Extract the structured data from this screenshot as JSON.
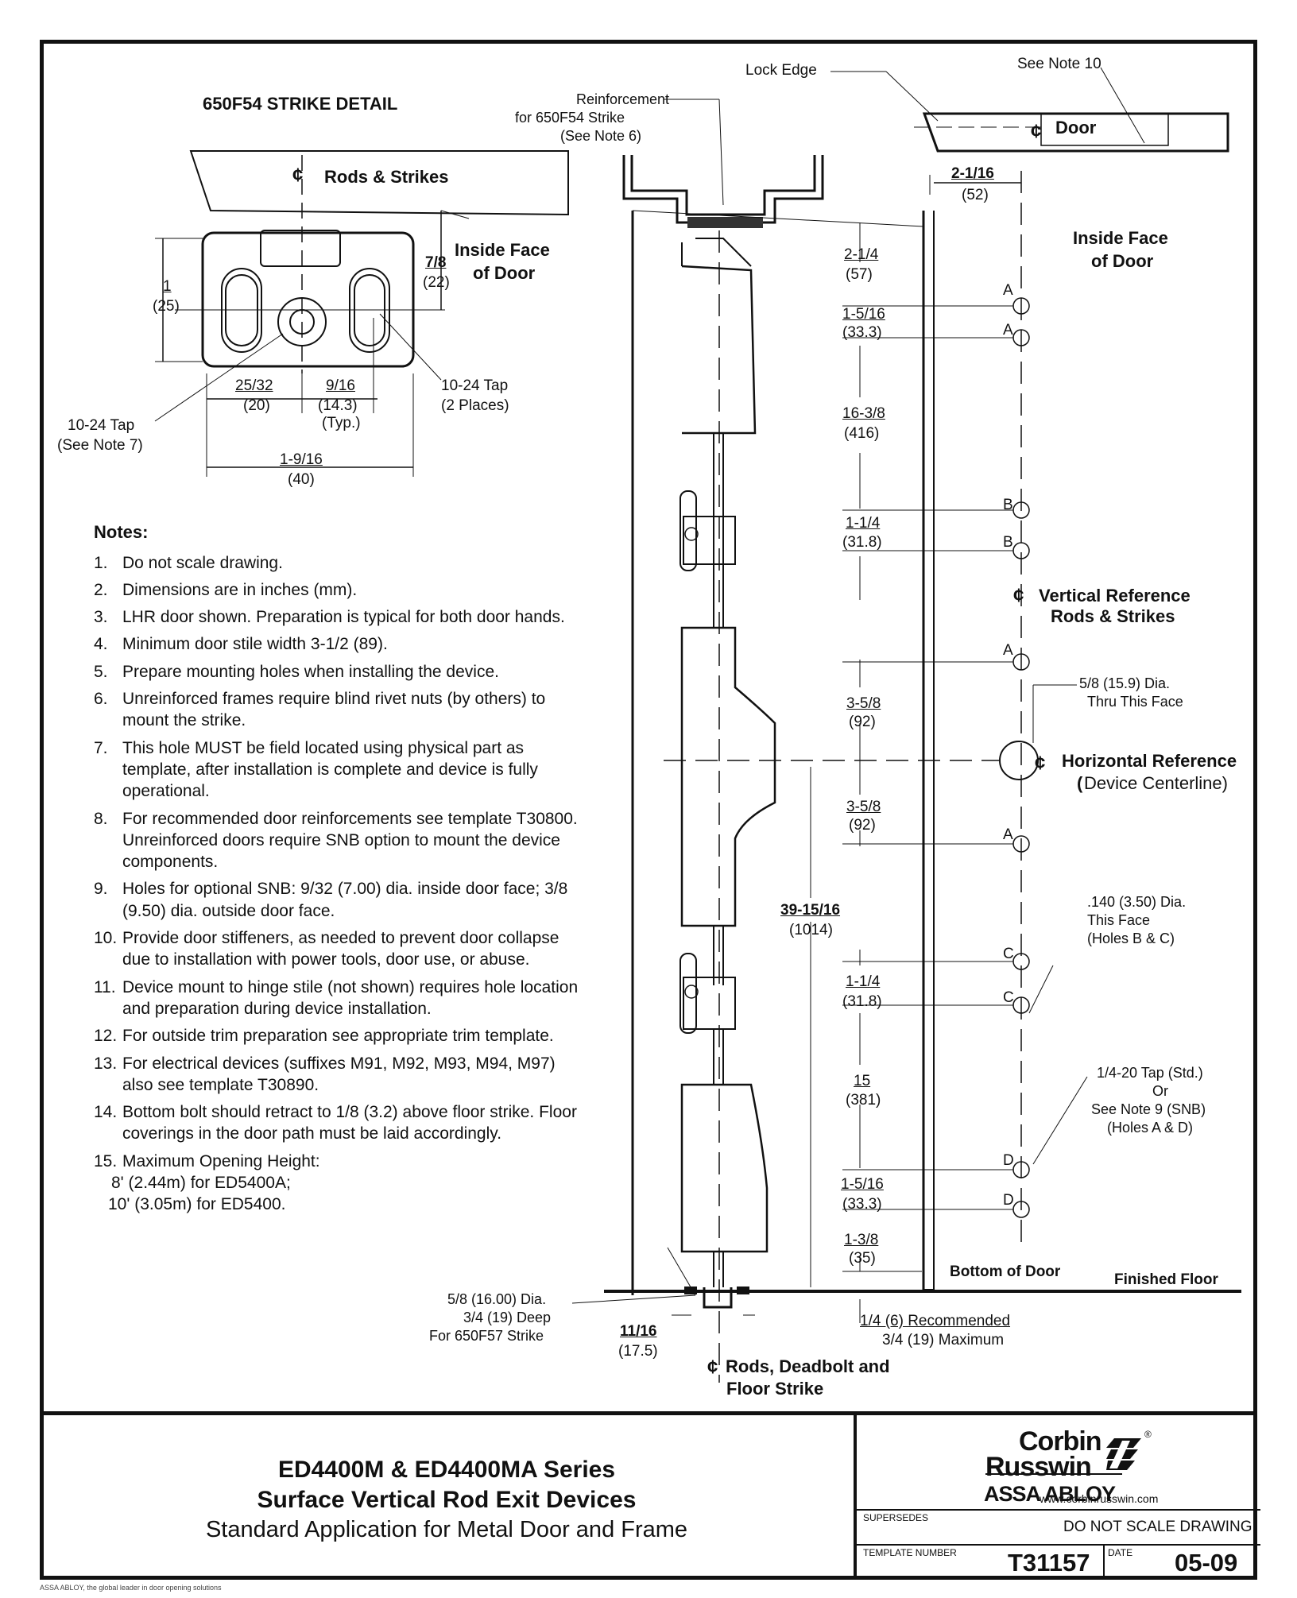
{
  "strike_detail": {
    "title": "650F54 STRIKE DETAIL",
    "cl_rods_strikes": "Rods & Strikes",
    "inside_face": "Inside Face",
    "of_door": "of Door",
    "dim_7_8": "7/8",
    "dim_7_8_mm": "(22)",
    "dim_1": "1",
    "dim_1_mm": "(25)",
    "dim_25_32": "25/32",
    "dim_25_32_mm": "(20)",
    "dim_9_16": "9/16",
    "dim_9_16_mm": "(14.3)",
    "typ": "(Typ.)",
    "dim_1_9_16": "1-9/16",
    "dim_1_9_16_mm": "(40)",
    "tap_left_1": "10-24 Tap",
    "tap_left_2": "(See Note 7)",
    "tap_right_1": "10-24 Tap",
    "tap_right_2": "(2 Places)"
  },
  "main": {
    "reinf_1": "Reinforcement",
    "reinf_2": "for 650F54 Strike",
    "reinf_3": "(See Note 6)",
    "lock_edge": "Lock Edge",
    "see_note_10": "See Note 10",
    "cl_door": "Door",
    "dim_2_1_16": "2-1/16",
    "dim_2_1_16_mm": "(52)",
    "inside_face": "Inside Face",
    "of_door": "of Door",
    "dim_2_1_4": "2-1/4",
    "dim_2_1_4_mm": "(57)",
    "dim_1_5_16a": "1-5/16",
    "dim_1_5_16a_mm": "(33.3)",
    "dim_16_3_8": "16-3/8",
    "dim_16_3_8_mm": "(416)",
    "dim_1_1_4a": "1-1/4",
    "dim_1_1_4a_mm": "(31.8)",
    "vert_ref_1": "Vertical Reference",
    "vert_ref_2": "Rods & Strikes",
    "dia_5_8_1": "5/8 (15.9) Dia.",
    "dia_5_8_2": "Thru This Face",
    "dim_3_5_8a": "3-5/8",
    "dim_3_5_8a_mm": "(92)",
    "horiz_ref_1": "Horizontal Reference",
    "horiz_ref_2a": "(",
    "horiz_ref_2b": "Device Centerline)",
    "dim_3_5_8b": "3-5/8",
    "dim_3_5_8b_mm": "(92)",
    "dia_140_1": ".140 (3.50) Dia.",
    "dia_140_2": "This Face",
    "dia_140_3": "(Holes B & C)",
    "dim_39": "39-15/16",
    "dim_39_mm": "(1014)",
    "dim_1_1_4b": "1-1/4",
    "dim_1_1_4b_mm": "(31.8)",
    "dim_15": "15",
    "dim_15_mm": "(381)",
    "tap_14_1": "1/4-20 Tap (Std.)",
    "tap_14_2": "Or",
    "tap_14_3": "See Note 9 (SNB)",
    "tap_14_4": "(Holes A & D)",
    "dim_1_5_16b": "1-5/16",
    "dim_1_5_16b_mm": "(33.3)",
    "dim_1_3_8": "1-3/8",
    "dim_1_3_8_mm": "(35)",
    "bottom_of_door": "Bottom of Door",
    "finished_floor": "Finished Floor",
    "floor_dia_1": "5/8 (16.00) Dia.",
    "floor_dia_2": "3/4 (19) Deep",
    "floor_dia_3": "For 650F57 Strike",
    "dim_11_16": "11/16",
    "dim_11_16_mm": "(17.5)",
    "rec_1": "1/4 (6) Recommended",
    "rec_2": "3/4 (19) Maximum",
    "cl_rods_1": "Rods, Deadbolt and",
    "cl_rods_2": "Floor Strike",
    "holes": {
      "A": "A",
      "B": "B",
      "C": "C",
      "D": "D"
    }
  },
  "notes": {
    "heading": "Notes:",
    "items": [
      {
        "num": "1.",
        "text": "Do not scale drawing."
      },
      {
        "num": "2.",
        "text": "Dimensions are in inches (mm)."
      },
      {
        "num": "3.",
        "text": "LHR door shown. Preparation is typical for both door hands."
      },
      {
        "num": "4.",
        "text": "Minimum door stile width 3-1/2 (89)."
      },
      {
        "num": "5.",
        "text": "Prepare mounting holes when installing the device."
      },
      {
        "num": "6.",
        "text": "Unreinforced frames require blind rivet nuts (by others) to mount the strike."
      },
      {
        "num": "7.",
        "text": "This hole MUST be field located using physical part as template, after installation is complete and device is fully operational."
      },
      {
        "num": "8.",
        "text": "For recommended door reinforcements see template T30800. Unreinforced doors require SNB option to mount the device components."
      },
      {
        "num": "9.",
        "text": "Holes for optional SNB: 9/32 (7.00) dia. inside door face; 3/8 (9.50) dia. outside door face."
      },
      {
        "num": "10.",
        "text": "Provide door stiffeners, as needed to prevent door collapse due to installation with power tools, door use, or abuse."
      },
      {
        "num": "11.",
        "text": "Device mount to hinge stile (not shown) requires hole location and preparation during device installation."
      },
      {
        "num": "12.",
        "text": "For outside trim preparation see appropriate trim template."
      },
      {
        "num": "13.",
        "text": "For electrical devices (suffixes M91, M92, M93, M94, M97) also see template T30890."
      },
      {
        "num": "14.",
        "text": "Bottom bolt should retract to 1/8 (3.2) above floor strike. Floor coverings in the door path must be laid accordingly."
      },
      {
        "num": "15.",
        "text": "Maximum Opening Height:"
      }
    ],
    "max_1": "8' (2.44m) for ED5400A;",
    "max_2": "10' (3.05m) for ED5400."
  },
  "title_block": {
    "line1": "ED4400M & ED4400MA Series",
    "line2": "Surface Vertical Rod Exit Devices",
    "line3": "Standard Application for Metal Door and Frame",
    "brand_1": "Corbin",
    "brand_2": "Russwin",
    "registered": "®",
    "assa": "ASSA ABLOY",
    "website": "www.corbinrusswin.com",
    "supersedes_label": "SUPERSEDES",
    "do_not_scale": "DO NOT SCALE DRAWING",
    "template_number_label": "TEMPLATE NUMBER",
    "template_number": "T31157",
    "date_label": "DATE",
    "date": "05-09"
  },
  "footer": "ASSA ABLOY, the global leader in door opening solutions"
}
